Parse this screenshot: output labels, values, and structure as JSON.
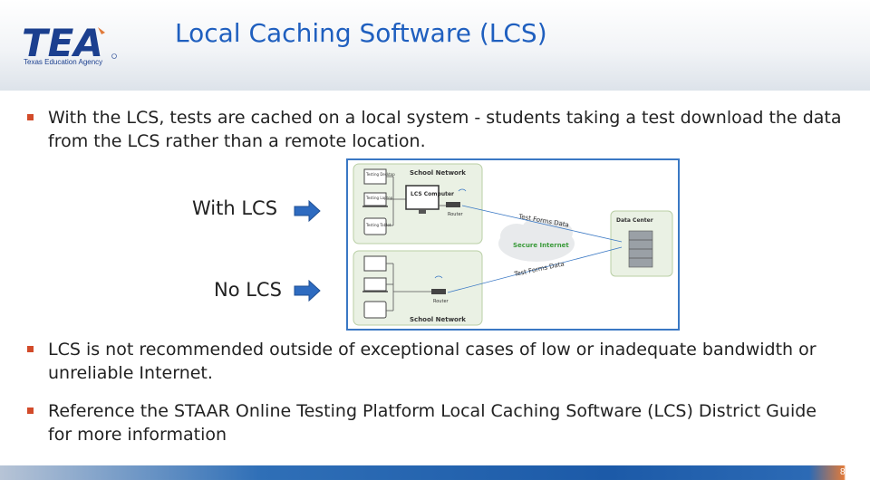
{
  "header": {
    "title": "Local Caching Software (LCS)",
    "logo_text": "TEA",
    "logo_subtitle": "Texas Education Agency"
  },
  "bullets": [
    "With the LCS, tests are cached on a local system - students taking a test download the data from the LCS rather than a remote location.",
    "LCS is not recommended outside of exceptional cases of low or inadequate bandwidth or unreliable Internet.",
    "Reference the STAAR Online Testing Platform Local Caching Software (LCS) District Guide for more information"
  ],
  "labels": {
    "with_lcs": "With LCS",
    "no_lcs": "No LCS"
  },
  "diagram": {
    "school_network_top": "School Network",
    "school_network_bottom": "School Network",
    "lcs_computer": "LCS Computer",
    "router_top": "Router",
    "router_bottom": "Router",
    "test_forms_top": "Test Forms Data",
    "test_forms_bottom": "Test Forms Data",
    "secure_internet": "Secure Internet",
    "data_center": "Data Center",
    "testing_desktop": "Testing Desktop",
    "testing_laptop": "Testing Laptop",
    "testing_tablet": "Testing Tablet"
  },
  "footer": {
    "page_number": "8"
  },
  "colors": {
    "title": "#1f5fbf",
    "bullet_marker": "#d24b2a",
    "arrow": "#2e6bc0",
    "frame": "#3a78c4"
  }
}
